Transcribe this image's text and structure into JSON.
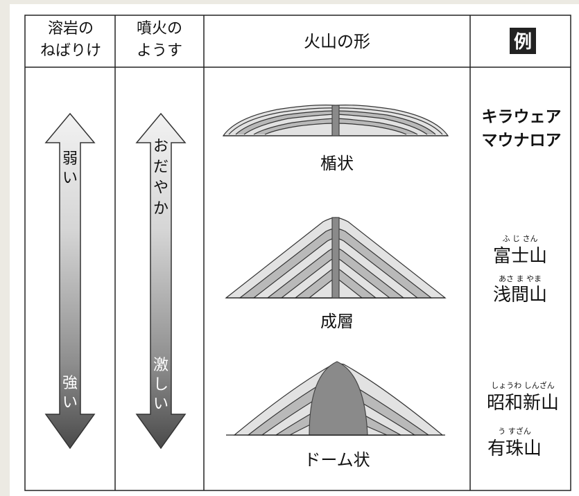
{
  "headers": {
    "viscosity": [
      "溶岩の",
      "ねばりけ"
    ],
    "eruption": [
      "噴火の",
      "ようす"
    ],
    "shape": "火山の形",
    "example": "例"
  },
  "viscosity_arrow": {
    "top_chars": [
      "弱",
      "い"
    ],
    "bottom_chars": [
      "強",
      "い"
    ]
  },
  "eruption_arrow": {
    "top_chars": [
      "お",
      "だ",
      "や",
      "か"
    ],
    "bottom_chars": [
      "激",
      "し",
      "い"
    ]
  },
  "volcano_types": [
    {
      "label": "楯状",
      "examples": [
        {
          "name": "キラウェア",
          "bold": true
        },
        {
          "name": "マウナロア",
          "bold": true
        }
      ]
    },
    {
      "label": "成層",
      "examples": [
        {
          "name": "富士山",
          "ruby": "ふ じ さん"
        },
        {
          "name": "浅間山",
          "ruby": "あさ ま やま"
        }
      ]
    },
    {
      "label": "ドーム状",
      "examples": [
        {
          "name": "昭和新山",
          "ruby": "しょうわ しんざん"
        },
        {
          "name": "有珠山",
          "ruby": "う すざん"
        }
      ]
    }
  ],
  "colors": {
    "layer_light": "#e2e2e2",
    "layer_mid": "#b9b9b9",
    "vent": "#8a8a8a",
    "arrow_light": "#ededed",
    "arrow_dark": "#4a4a4a"
  }
}
